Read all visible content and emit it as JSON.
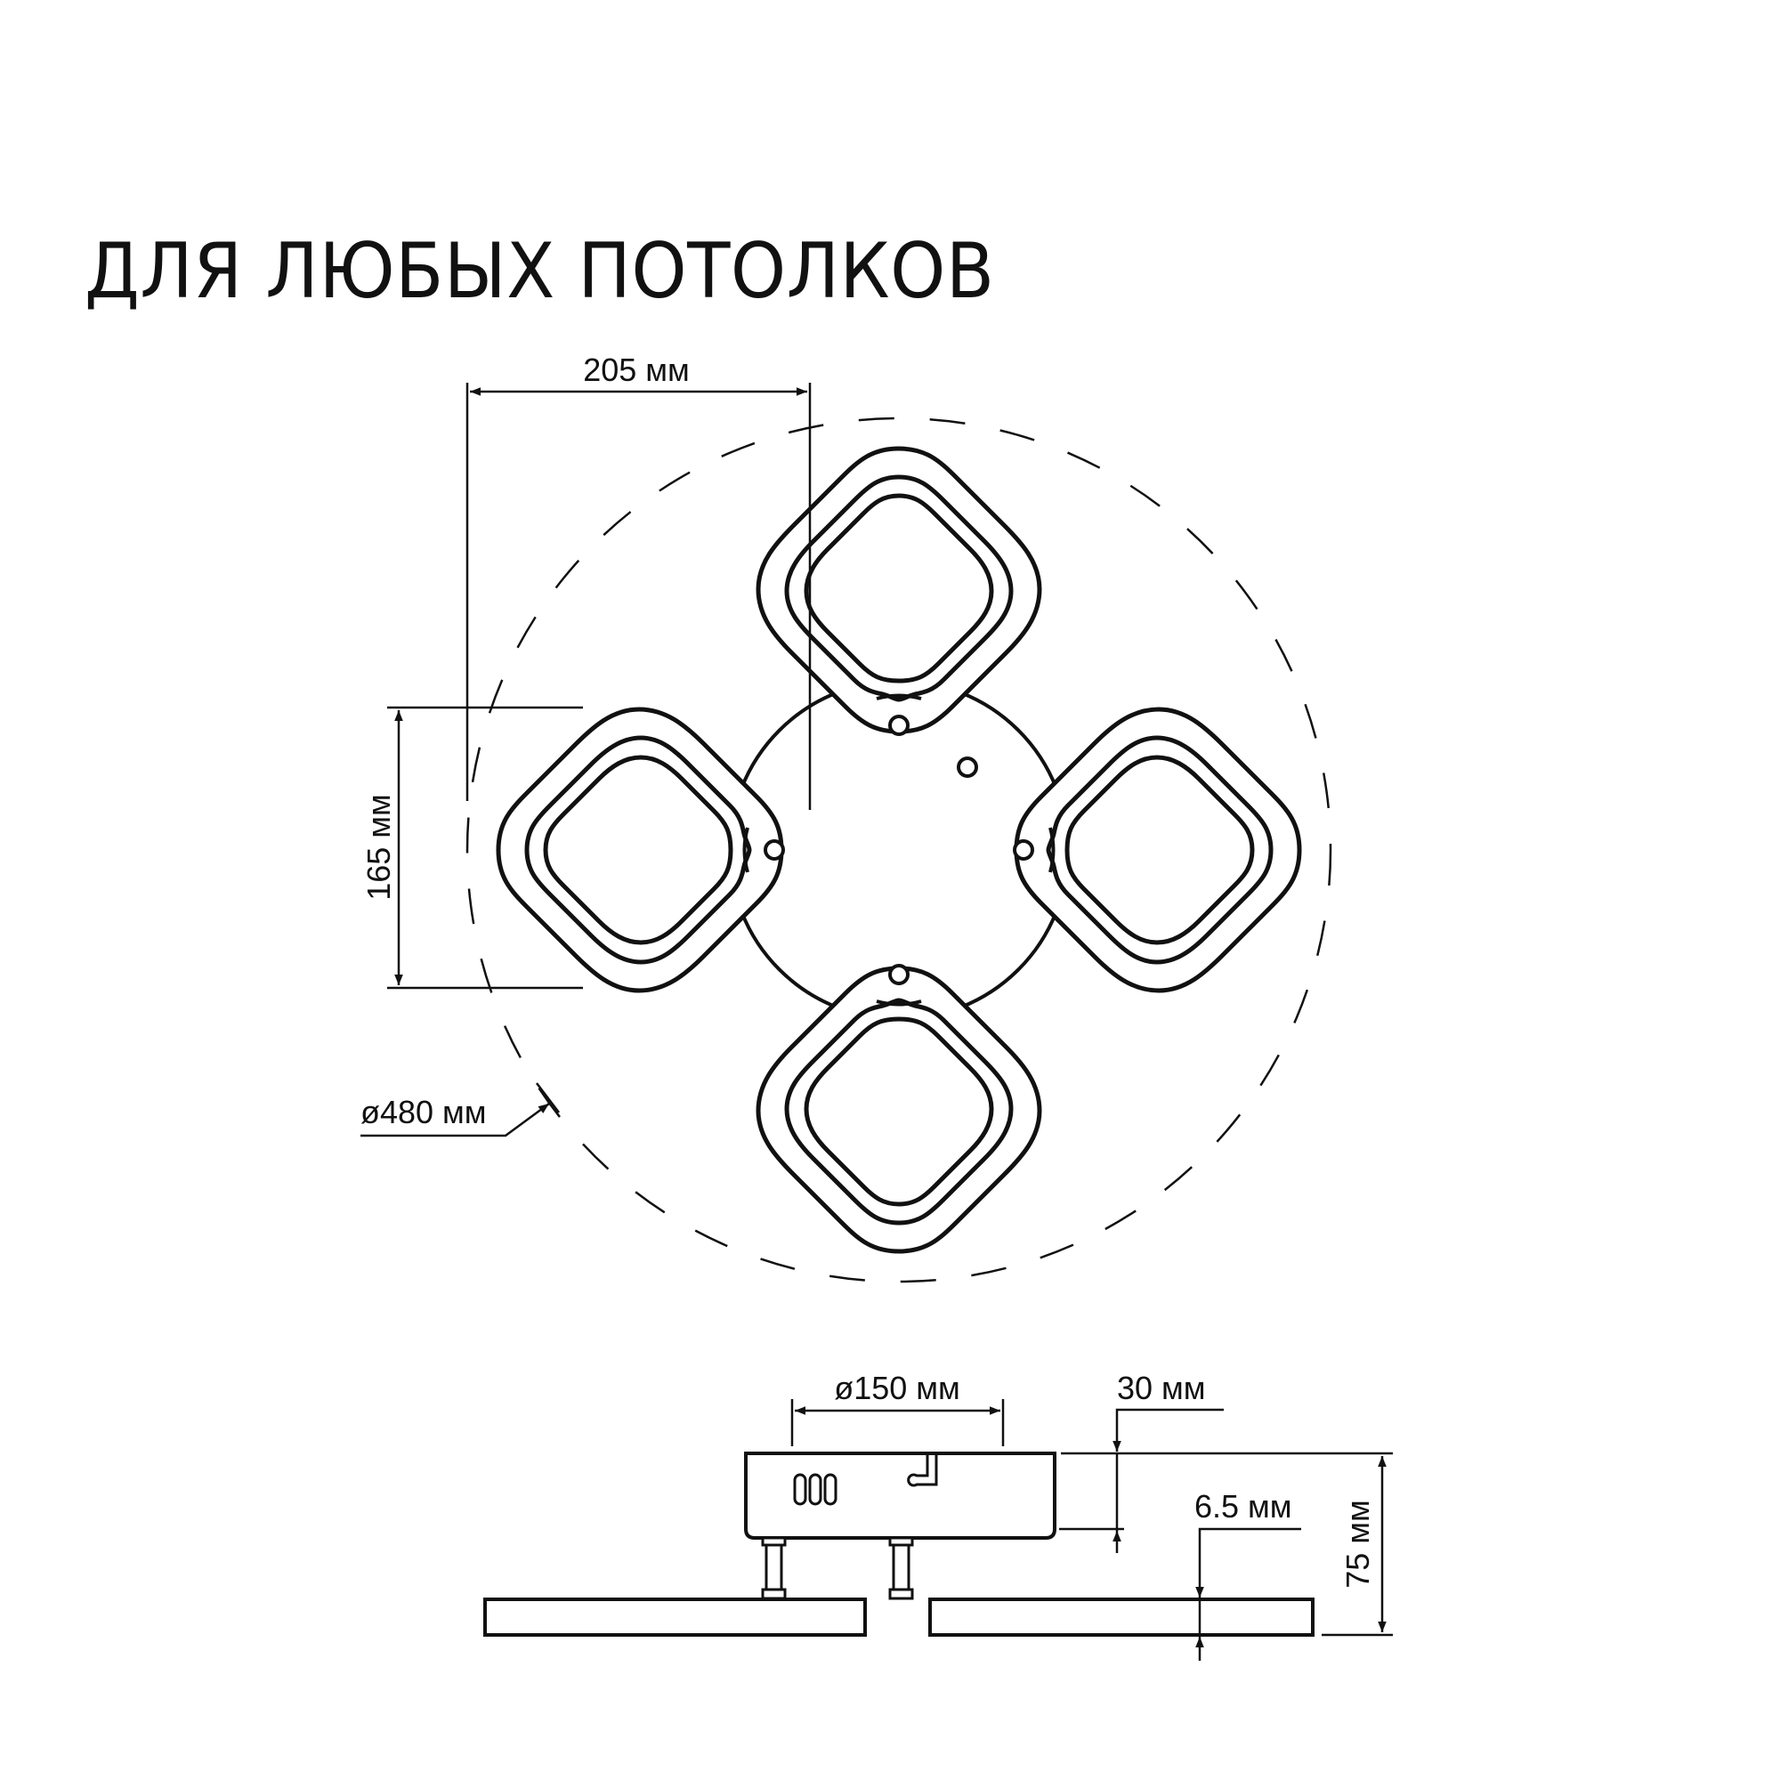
{
  "title": "ДЛЯ ЛЮБЫХ ПОТОЛКОВ",
  "top_view": {
    "dimensions": {
      "petal_width": "205 мм",
      "petal_height": "165 мм",
      "overall_diameter": "ø480 мм"
    },
    "petals": [
      "top",
      "left",
      "right",
      "bottom"
    ]
  },
  "side_view": {
    "dimensions": {
      "base_diameter": "ø150 мм",
      "base_height": "30 мм",
      "panel_thickness": "6.5 мм",
      "total_height": "75 мм"
    }
  },
  "colors": {
    "line": "#111111",
    "background": "#ffffff"
  }
}
